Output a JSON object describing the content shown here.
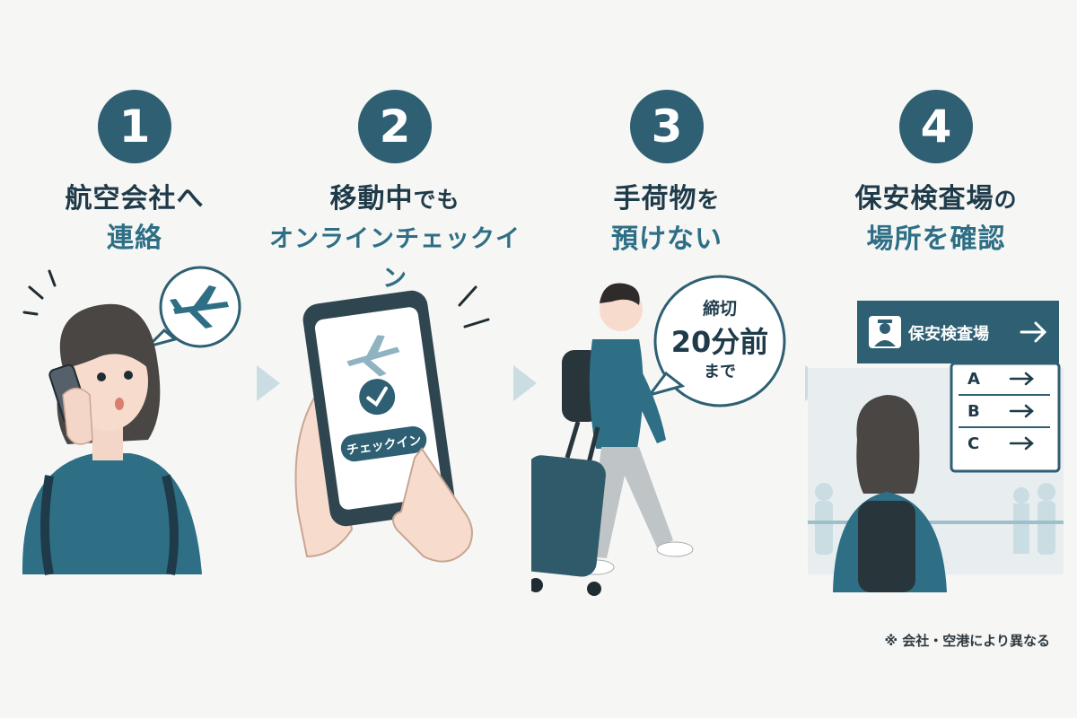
{
  "colors": {
    "primary": "#2e5f72",
    "accent": "#2e6f86",
    "background": "#f6f6f4",
    "teal_light": "#c9dde3"
  },
  "steps": [
    {
      "number": "1",
      "title_line1": "航空会社へ",
      "title_line2": "連絡"
    },
    {
      "number": "2",
      "title_line1_a": "移動中",
      "title_line1_b": "でも",
      "title_line2": "オンラインチェックイン",
      "phone_button": "チェックイン"
    },
    {
      "number": "3",
      "title_line1_a": "手荷物",
      "title_line1_b": "を",
      "title_line2": "預けない",
      "bubble_line1": "締切",
      "bubble_line2": "20分前",
      "bubble_line3": "まで"
    },
    {
      "number": "4",
      "title_line1_a": "保安検査場",
      "title_line1_b": "の",
      "title_line2": "場所を確認",
      "sign_label": "保安検査場",
      "gates": [
        "A",
        "B",
        "C"
      ]
    }
  ],
  "icons": [
    "airplane-icon",
    "check-icon",
    "security-officer-icon",
    "right-arrow-icon",
    "chevron-right-icon"
  ],
  "note": "※ 会社・空港により異なる"
}
